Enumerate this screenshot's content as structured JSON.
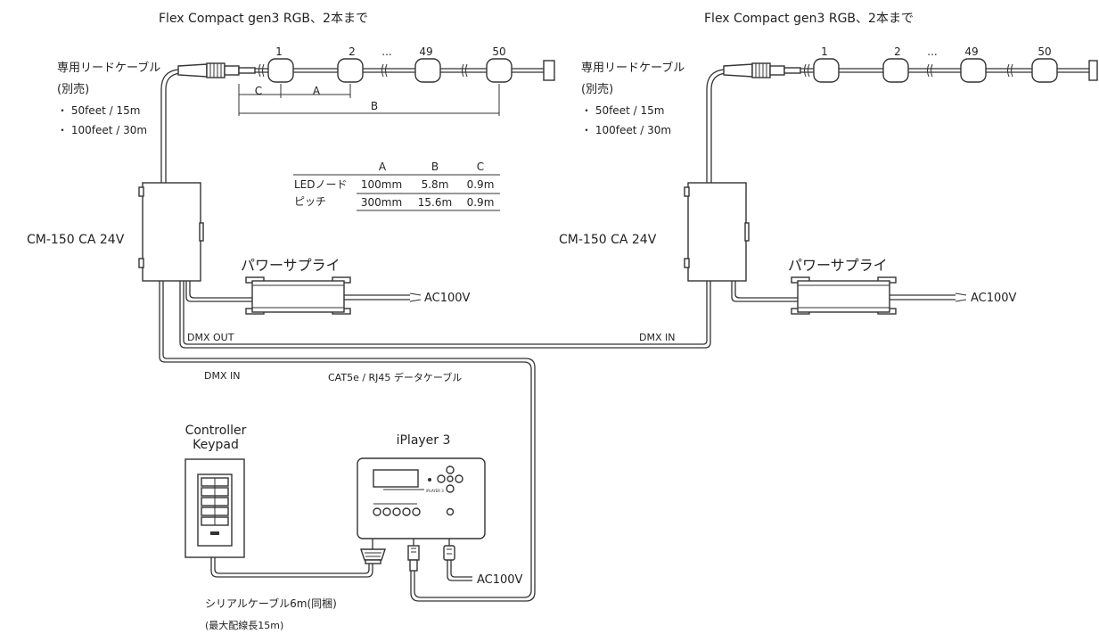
{
  "strip_title_left": "Flex Compact gen3 RGB、2本まで",
  "strip_title_right": "Flex Compact gen3 RGB、2本まで",
  "lead_cable": {
    "title": "専用リードケーブル",
    "note": "(別売)",
    "opt1": "・ 50feet / 15m",
    "opt2": "・ 100feet / 30m"
  },
  "nodes": [
    "1",
    "2",
    "...",
    "49",
    "50"
  ],
  "dims": {
    "a": "A",
    "b": "B",
    "c": "C"
  },
  "pitch_table": {
    "headers": [
      "A",
      "B",
      "C"
    ],
    "row_label_1": "LEDノード",
    "row_label_2": "ピッチ",
    "rows": [
      [
        "100mm",
        "5.8m",
        "0.9m"
      ],
      [
        "300mm",
        "15.6m",
        "0.9m"
      ]
    ]
  },
  "controller_label": "CM-150 CA 24V",
  "power_supply_label": "パワーサプライ",
  "ac_label": "AC100V",
  "dmx_out": "DMX OUT",
  "dmx_in": "DMX IN",
  "dmx_in_bottom": "DMX IN",
  "cat5_label": "CAT5e / RJ45  データケーブル",
  "keypad_label_1": "Controller",
  "keypad_label_2": "Keypad",
  "iplayer_label": "iPlayer 3",
  "iplayer_brand": "iPLAYER 3",
  "ac_bottom": "AC100V",
  "serial_label_1": "シリアルケーブル6m(同梱)",
  "serial_label_2": "(最大配線長15m)"
}
